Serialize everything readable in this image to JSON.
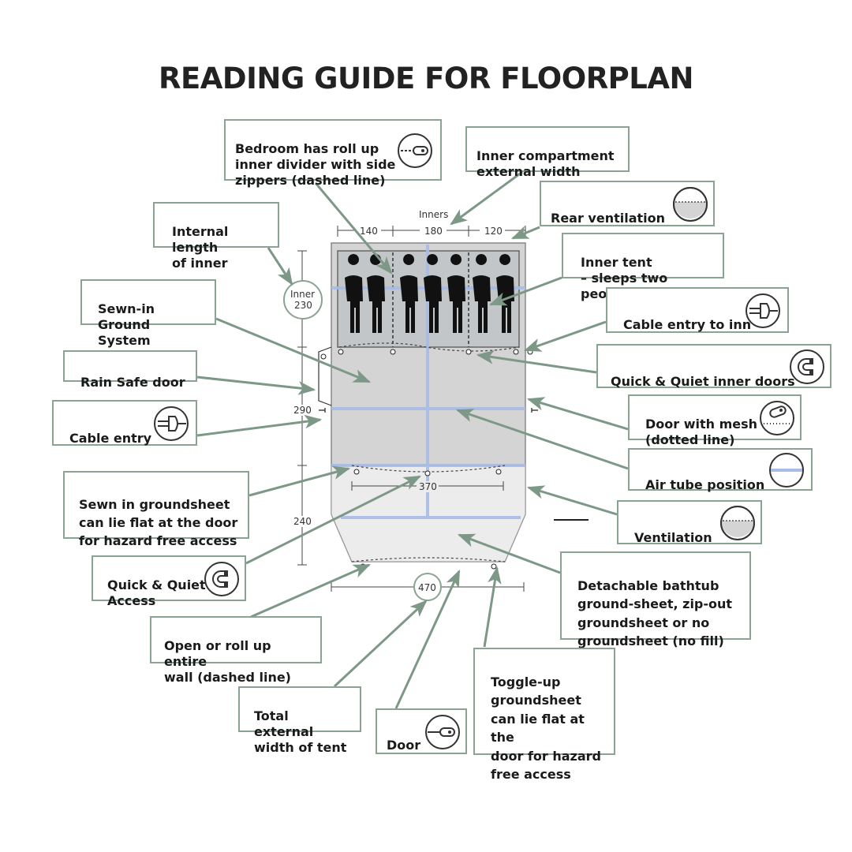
{
  "title": "READING GUIDE FOR FLOORPLAN",
  "dimensions": {
    "inners": "Inners",
    "top_left": "140",
    "top_mid": "180",
    "top_right": "120",
    "inner_circle_line1": "Inner",
    "inner_circle_line2": "230",
    "height_290": "290",
    "height_240": "240",
    "width_370": "370",
    "width_470": "470"
  },
  "labels": {
    "bedroom_divider": "Bedroom has roll up\ninner divider with side\nzippers (dashed line)",
    "inner_compartment_width": "Inner compartment\nexternal width",
    "rear_ventilation": "Rear ventilation",
    "internal_length": "Internal length\nof inner",
    "inner_tent": "Inner tent\n– sleeps two people",
    "sewn_in_ground": "Sewn-in Ground\nSystem",
    "cable_entry_inner": "Cable entry to inn",
    "rain_safe_door": "Rain Safe door",
    "quick_quiet_inner_doors": "Quick & Quiet inner doors",
    "cable_entry": "Cable entry",
    "door_with_mesh": "Door with mesh\n(dotted line)",
    "air_tube": "Air tube position",
    "sewn_groundsheet": "Sewn in groundsheet\ncan lie flat at the door\nfor hazard free access",
    "ventilation": "Ventilation",
    "quick_quiet_access": "Quick & Quiet\nAccess",
    "detachable_bathtub": "Detachable bathtub\nground-sheet, zip-out\ngroundsheet or no\ngroundsheet (no fill)",
    "open_roll_wall": "Open or roll up entire\nwall (dashed line)",
    "toggle_up": "Toggle-up\ngroundsheet\ncan lie flat at the\ndoor for hazard\nfree access",
    "total_width": "Total external\nwidth of tent",
    "door": "Door"
  },
  "colors": {
    "border": "#8aa392",
    "arrow": "#7d9887",
    "tube": "#a9bce6",
    "floor": "#d4d4d4",
    "porch": "#ececec",
    "bedroom": "#c2c6c8"
  },
  "icons": [
    "door-toggle-icon",
    "vent-dome-icon",
    "plug-icon",
    "magnet-icon",
    "mesh-door-icon",
    "air-tube-icon"
  ]
}
